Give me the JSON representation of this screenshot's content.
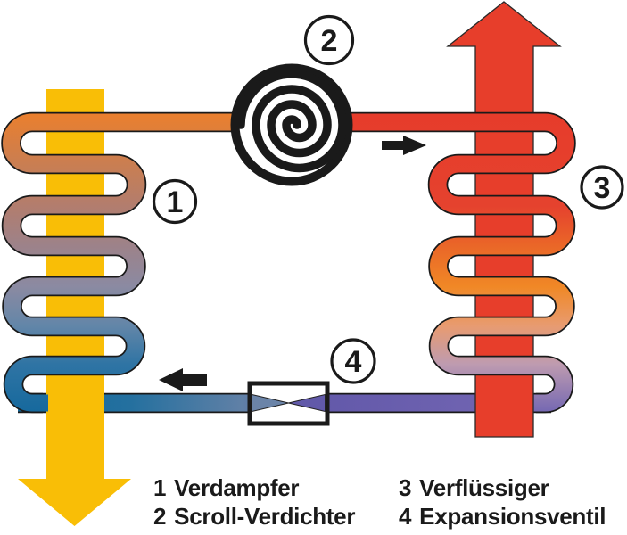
{
  "diagram": {
    "type": "heat-pump-refrigeration-cycle",
    "markers": {
      "evaporator": "1",
      "compressor": "2",
      "condenser": "3",
      "expansion_valve": "4"
    },
    "legend": {
      "items": [
        {
          "num": "1",
          "label": "Verdampfer"
        },
        {
          "num": "2",
          "label": "Scroll-Verdichter"
        },
        {
          "num": "3",
          "label": "Verflüssiger"
        },
        {
          "num": "4",
          "label": "Expansionsventil"
        }
      ]
    },
    "colors": {
      "cold_air_arrow": "#F9BE06",
      "hot_air_arrow": "#E73E2B",
      "pipe_hot": "#E63C2B",
      "pipe_warm_orange": "#F08826",
      "pipe_cold_blue": "#16699D",
      "pipe_expansion_purple": "#7568B2",
      "outline_black": "#1A1A1A",
      "background": "#FFFFFF"
    }
  }
}
